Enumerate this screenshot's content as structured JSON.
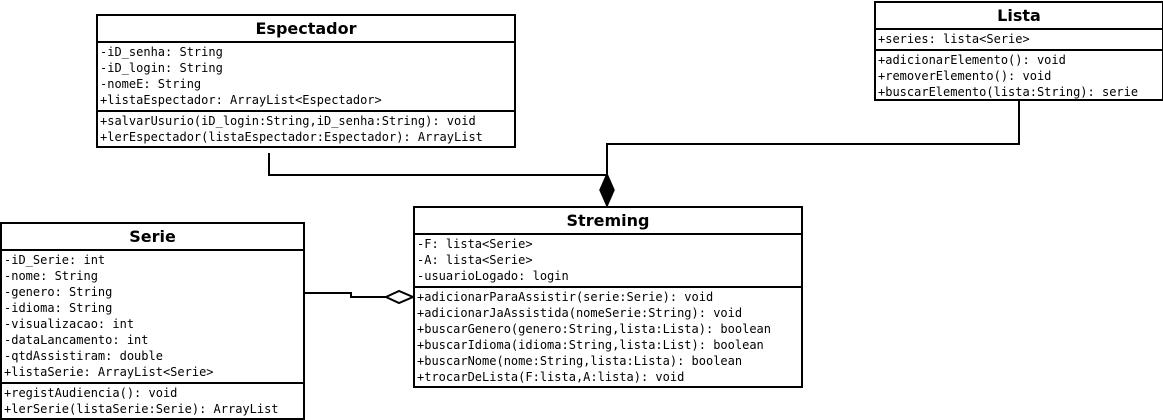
{
  "classes": [
    {
      "id": "espectador",
      "name": "Espectador",
      "attributes": [
        "-iD_senha: String",
        "-iD_login: String",
        "-nomeE: String",
        "+listaEspectador: ArrayList<Espectador>"
      ],
      "operations": [
        "+salvarUsurio(iD_login:String,iD_senha:String): void",
        "+lerEspectador(listaEspectador:Espectador): ArrayList"
      ]
    },
    {
      "id": "lista",
      "name": "Lista",
      "attributes": [
        "+series: lista<Serie>"
      ],
      "operations": [
        "+adicionarElemento(): void",
        "+removerElemento(): void",
        "+buscarElemento(lista:String): serie"
      ]
    },
    {
      "id": "serie",
      "name": "Serie",
      "attributes": [
        "-iD_Serie: int",
        "-nome: String",
        "-genero: String",
        "-idioma: String",
        "-visualizacao: int",
        "-dataLancamento: int",
        "-qtdAssistiram: double",
        "+listaSerie: ArrayList<Serie>"
      ],
      "operations": [
        "+registAudiencia(): void",
        "+lerSerie(listaSerie:Serie): ArrayList"
      ]
    },
    {
      "id": "streming",
      "name": "Streming",
      "attributes": [
        "-F: lista<Serie>",
        "-A: lista<Serie>",
        "-usuarioLogado: login"
      ],
      "operations": [
        "+adicionarParaAssistir(serie:Serie): void",
        "+adicionarJaAssistida(nomeSerie:String): void",
        "+buscarGenero(genero:String,lista:Lista): boolean",
        "+buscarIdioma(idioma:String,lista:List): boolean",
        "+buscarNome(nome:String,lista:Lista): boolean",
        "+trocarDeLista(F:lista,A:lista): void"
      ]
    }
  ],
  "relations": [
    {
      "from": "espectador",
      "to": "streming",
      "kind": "composition"
    },
    {
      "from": "lista",
      "to": "streming",
      "kind": "composition"
    },
    {
      "from": "serie",
      "to": "streming",
      "kind": "aggregation"
    }
  ],
  "colors": {
    "line": "#000000",
    "background": "#ffffff"
  }
}
